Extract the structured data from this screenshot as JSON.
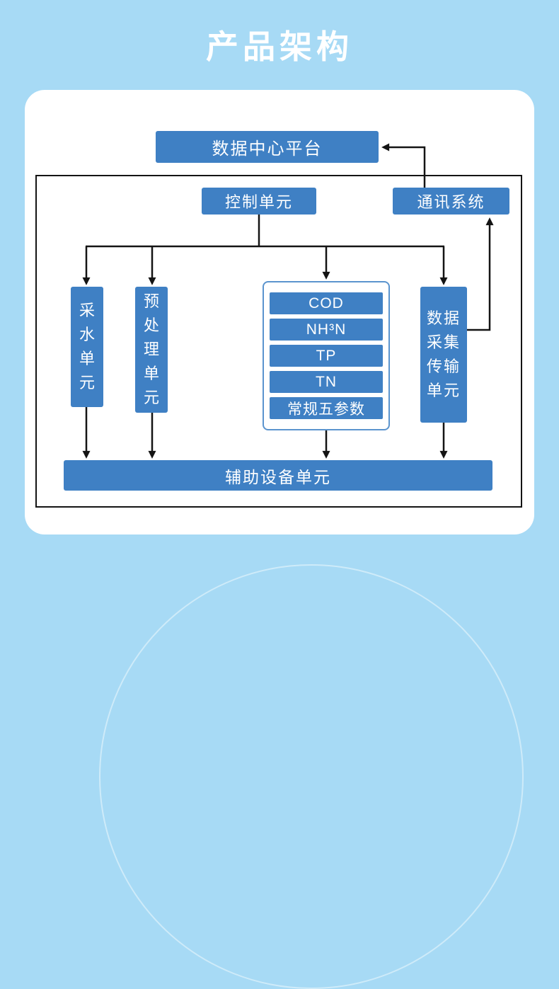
{
  "page": {
    "title": "产品架构"
  },
  "colors": {
    "background": "#A7DAF5",
    "box_blue": "#3F80C4",
    "sensor_border_blue": "#5B94CE",
    "line_black": "#141414"
  },
  "diagram": {
    "data_center_platform": "数据中心平台",
    "control_unit": "控制单元",
    "communication_system": "通讯系统",
    "water_sampling_unit": "采水单元",
    "pretreatment_unit": "预处理单元",
    "sensors": [
      "COD",
      "NH³N",
      "TP",
      "TN",
      "常规五参数"
    ],
    "data_acquisition_unit": "数据采集传输单元",
    "auxiliary_unit": "辅助设备单元"
  }
}
